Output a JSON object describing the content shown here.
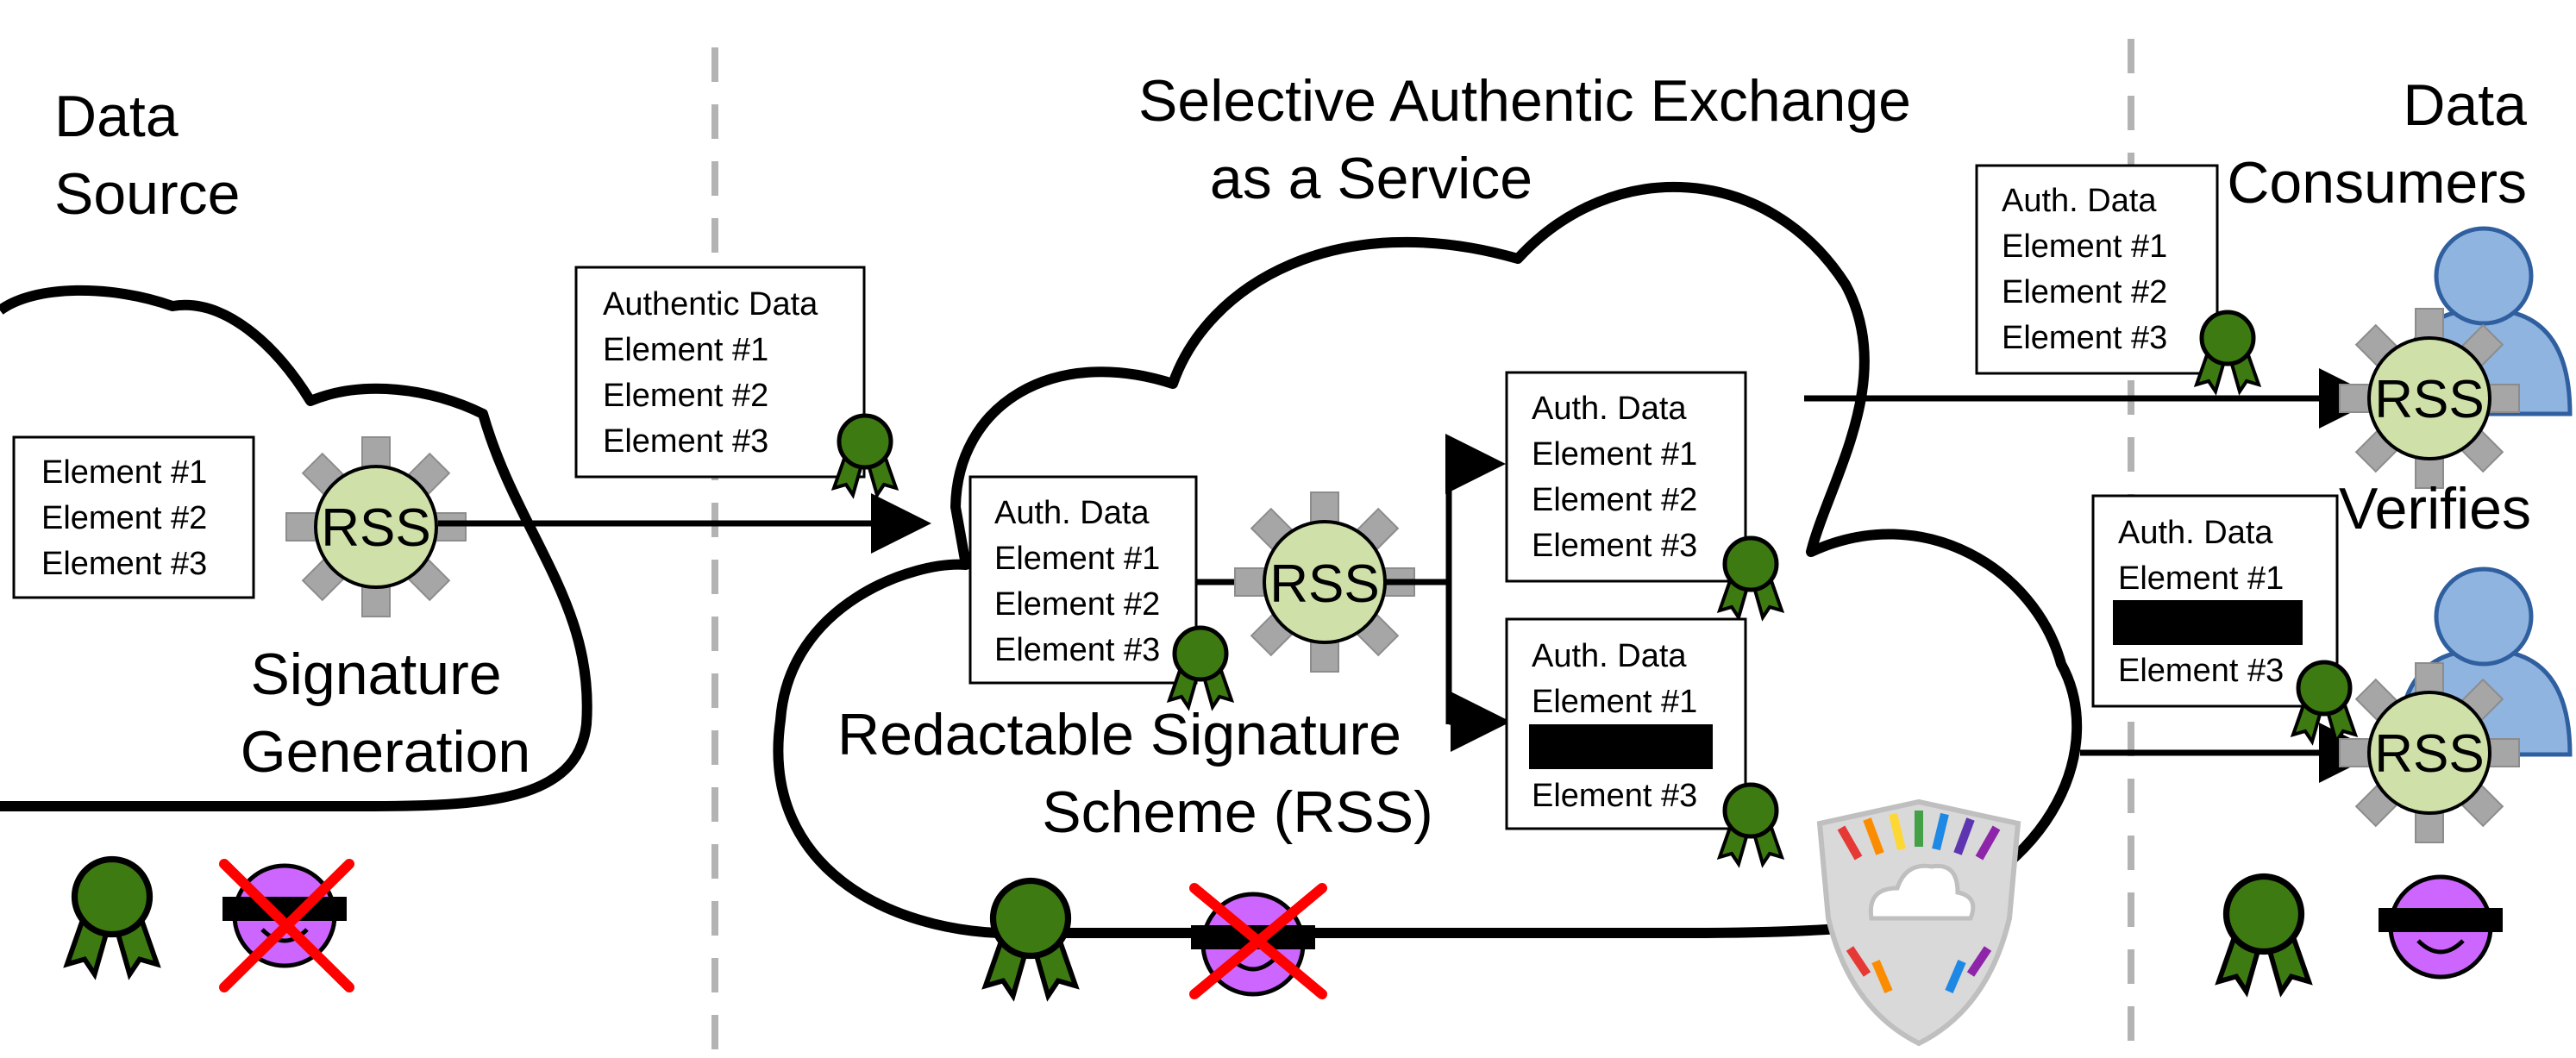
{
  "sections": {
    "source": {
      "title_line1": "Data",
      "title_line2": "Source"
    },
    "service": {
      "title_line1": "Selective Authentic Exchange",
      "title_line2": "as a Service"
    },
    "consumers": {
      "title_line1": "Data",
      "title_line2": "Consumers"
    }
  },
  "source_cloud": {
    "input_box": [
      "Element #1",
      "Element #2",
      "Element #3"
    ],
    "rss_label": "RSS",
    "caption_line1": "Signature",
    "caption_line2": "Generation"
  },
  "transfer_box": [
    "Authentic Data",
    "Element #1",
    "Element #2",
    "Element #3"
  ],
  "service_cloud": {
    "input_box": [
      "Auth. Data",
      "Element #1",
      "Element #2",
      "Element #3"
    ],
    "rss_label": "RSS",
    "output_full": [
      "Auth. Data",
      "Element #1",
      "Element #2",
      "Element #3"
    ],
    "output_redacted": [
      "Auth. Data",
      "Element #1",
      "Element #3"
    ],
    "caption_line1": "Redactable Signature",
    "caption_line2": "Scheme (RSS)"
  },
  "consumers": {
    "box_full": [
      "Auth. Data",
      "Element #1",
      "Element #2",
      "Element #3"
    ],
    "box_redacted": [
      "Auth. Data",
      "Element #1",
      "Element #3"
    ],
    "rss_label": "RSS",
    "verifies_label": "Verifies"
  },
  "colors": {
    "ribbon": "#3d7a12",
    "rss_fill": "#cfe0a9",
    "gear": "#a6a6a6",
    "privacy_face": "#cc66ff",
    "cross": "#ff0000",
    "user": "#8fb4e0",
    "separator": "#b3b3b3"
  }
}
